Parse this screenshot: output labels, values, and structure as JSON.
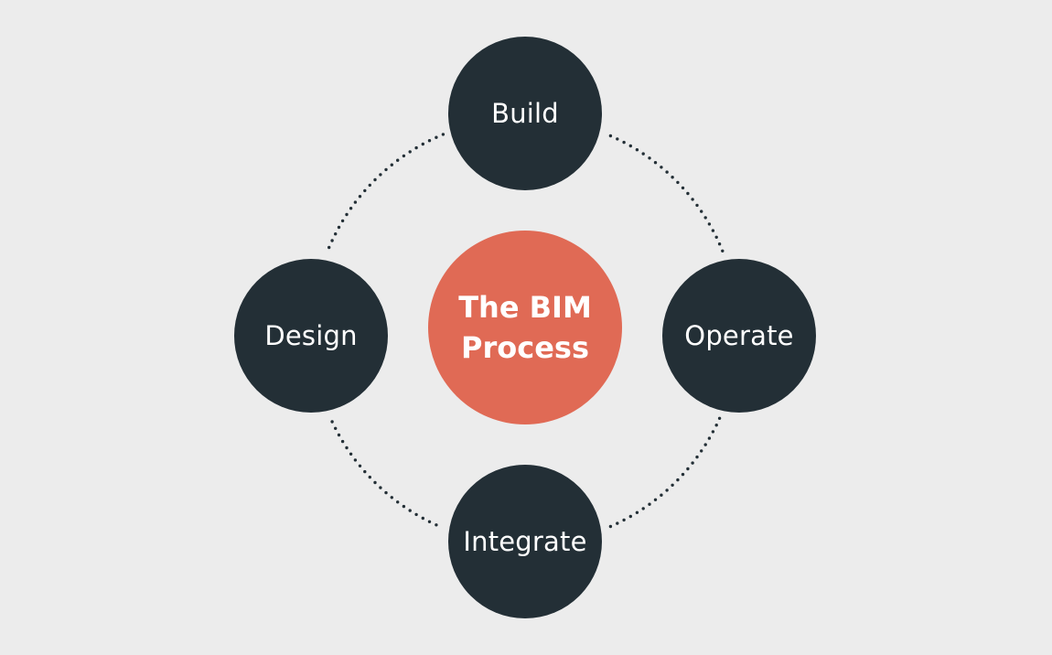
{
  "diagram": {
    "title": "The BIM Process",
    "center": {
      "label_line1": "The BIM",
      "label_line2": "Process"
    },
    "phases": [
      {
        "id": "build",
        "label": "Build",
        "position": "top"
      },
      {
        "id": "operate",
        "label": "Operate",
        "position": "right"
      },
      {
        "id": "integrate",
        "label": "Integrate",
        "position": "bottom"
      },
      {
        "id": "design",
        "label": "Design",
        "position": "left"
      }
    ],
    "connector_style": "dotted-circle",
    "colors": {
      "background": "#ececec",
      "phase_node": "#232f36",
      "center_node": "#e06a55",
      "dots": "#232f36",
      "text": "#ffffff"
    }
  }
}
